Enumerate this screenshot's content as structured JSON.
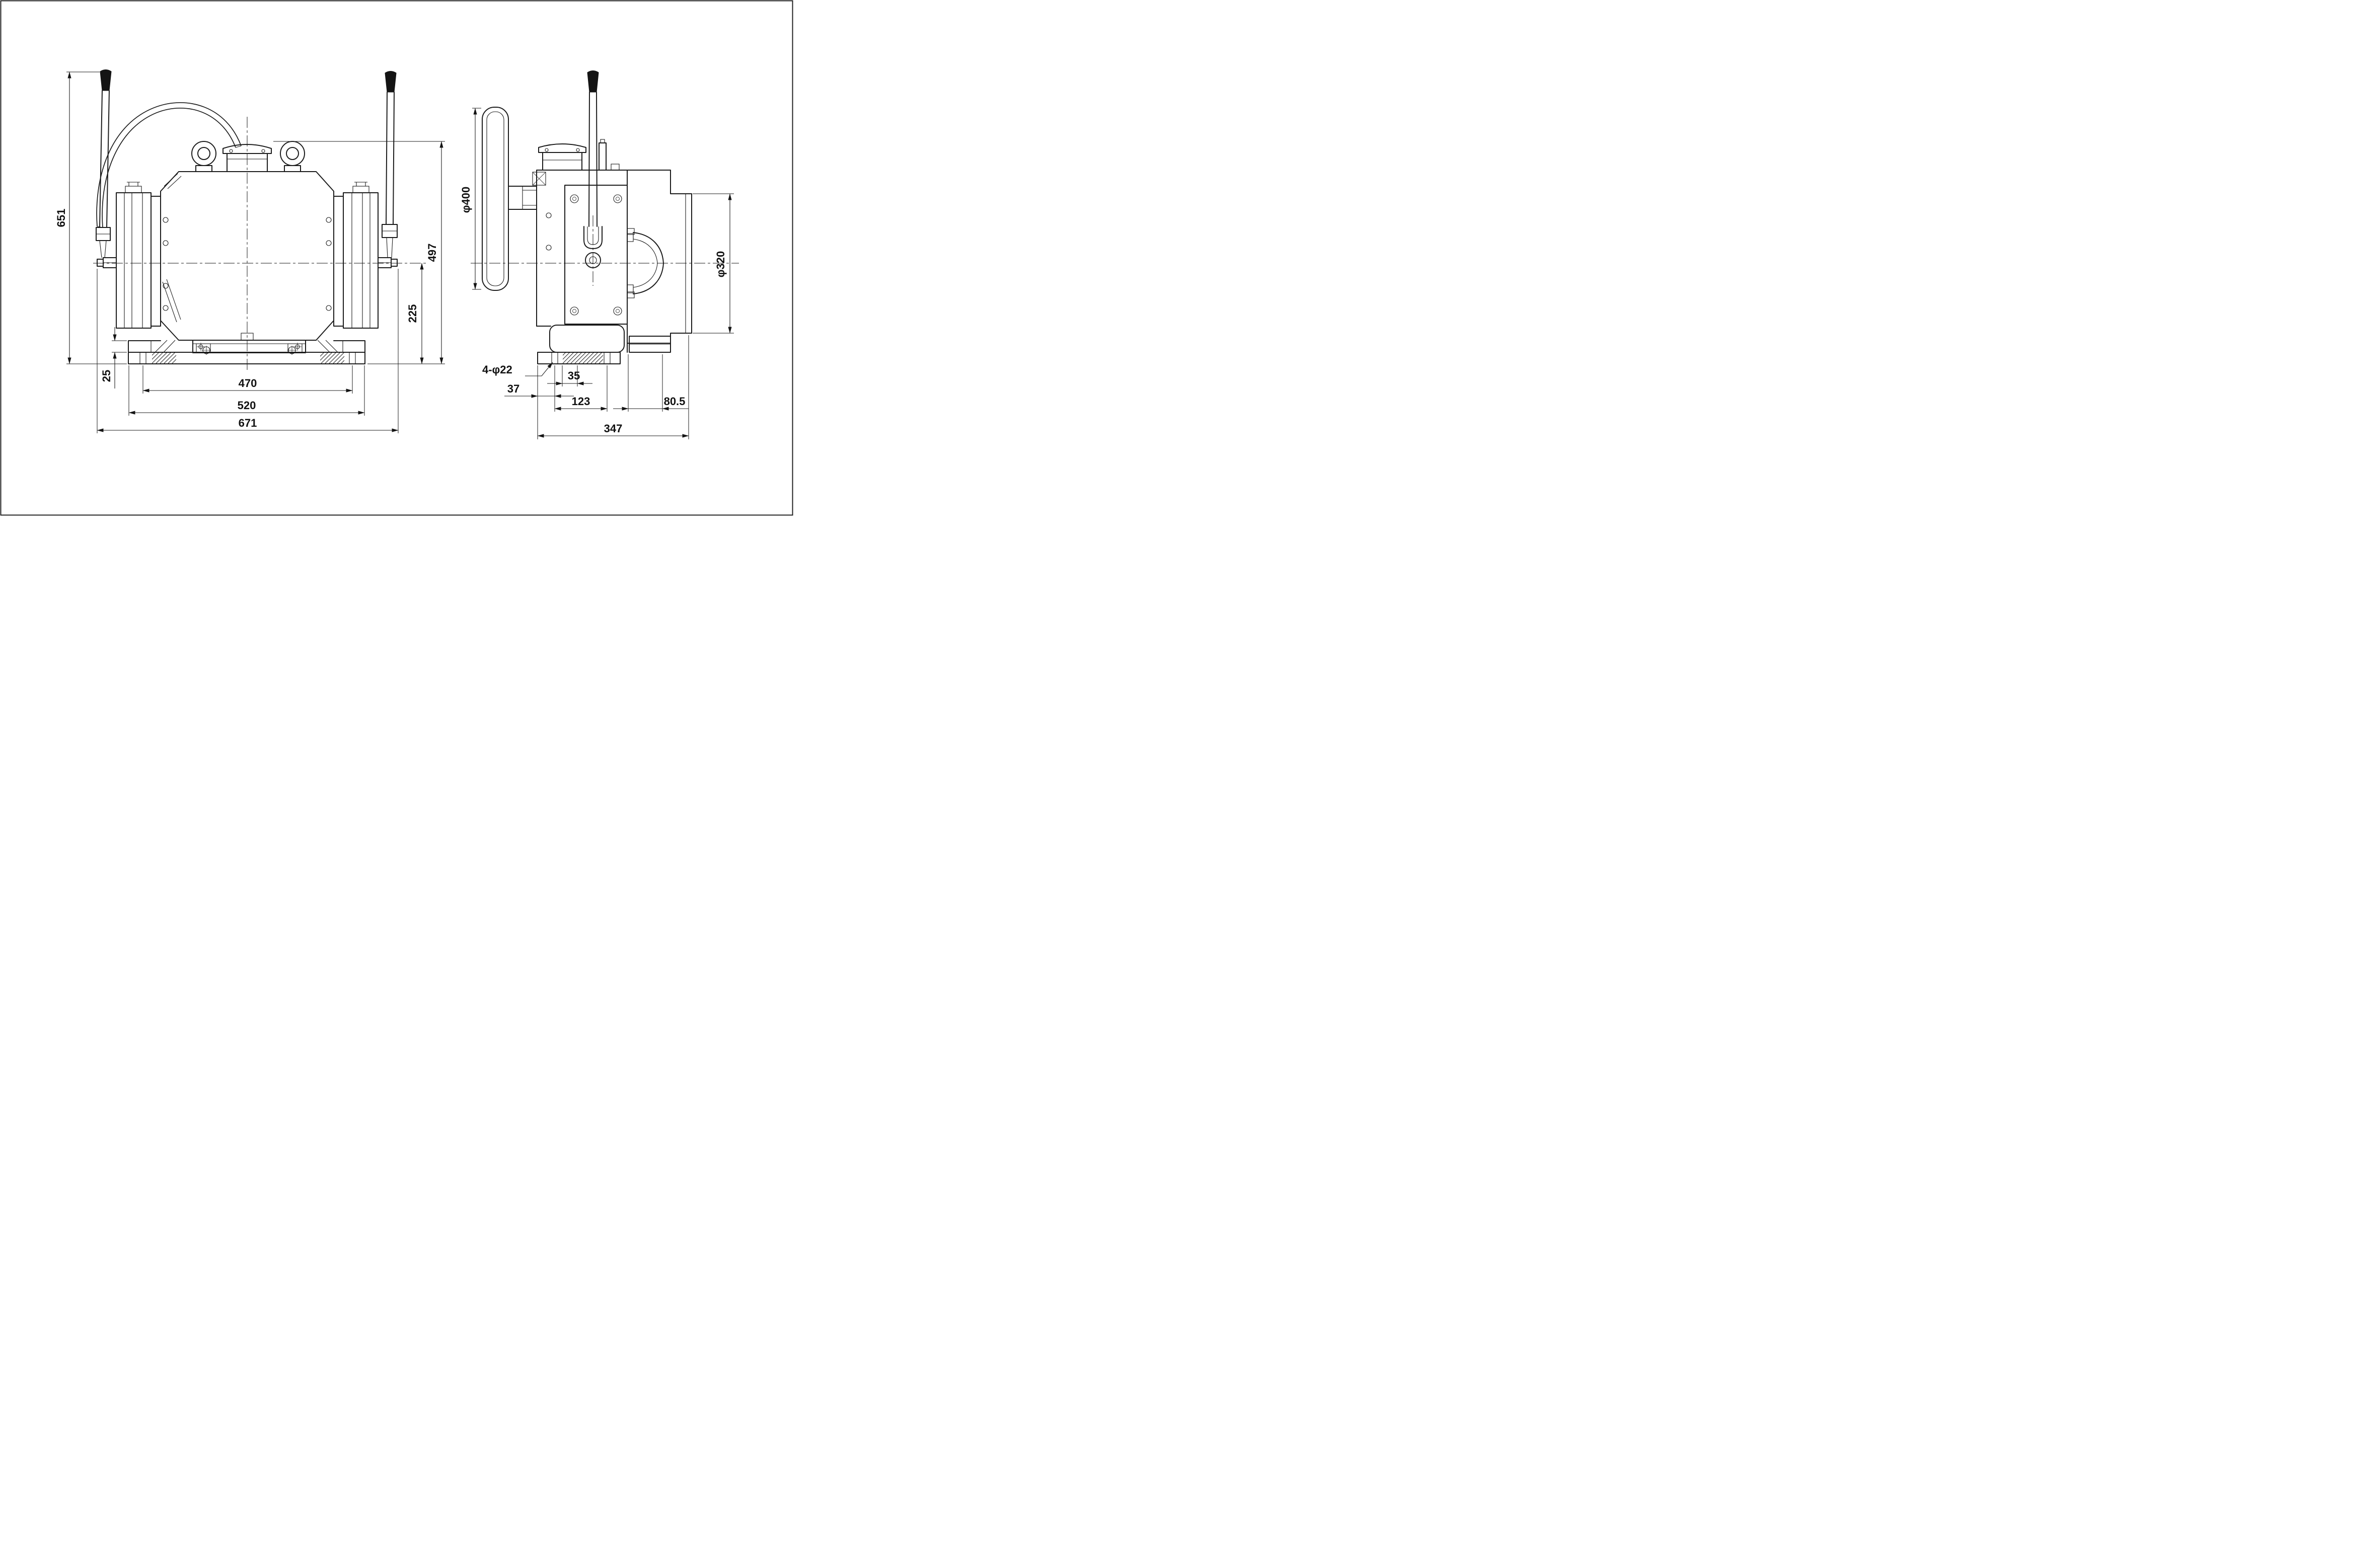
{
  "front_view": {
    "overall_height": "651",
    "cap_height": "497",
    "axis_to_base": "225",
    "base_plate_thickness": "25",
    "anchor_bolt_span": "470",
    "base_width": "520",
    "overall_width": "671"
  },
  "side_view": {
    "handwheel_diameter": "φ400",
    "sheave_diameter": "φ320",
    "anchor_holes": "4-φ22",
    "edge_to_first_hole": "37",
    "slot_width": "35",
    "hole_pitch": "123",
    "sheave_overhang": "80.5",
    "overall_depth": "347"
  }
}
